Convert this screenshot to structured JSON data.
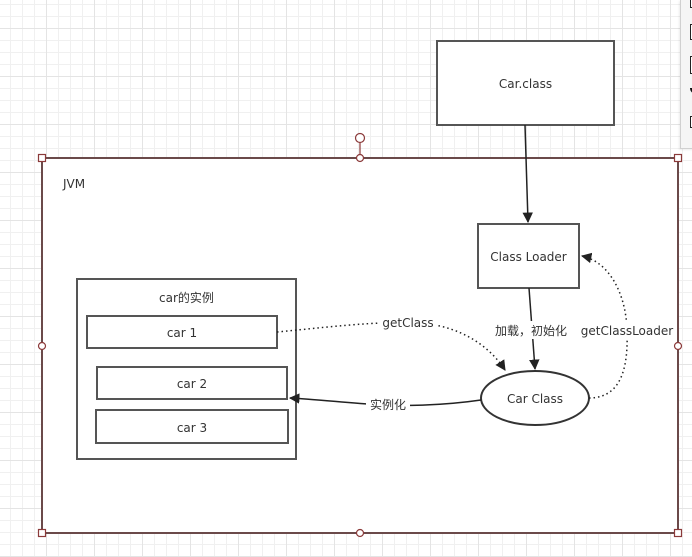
{
  "diagram": {
    "container": {
      "label": "JVM"
    },
    "nodes": {
      "car_class_file": {
        "label": "Car.class"
      },
      "class_loader": {
        "label": "Class Loader"
      },
      "car_class": {
        "label": "Car Class"
      },
      "instances_group": {
        "label": "car的实例"
      },
      "car1": {
        "label": "car 1"
      },
      "car2": {
        "label": "car 2"
      },
      "car3": {
        "label": "car 3"
      }
    },
    "edges": {
      "load": {
        "label": ""
      },
      "load_init": {
        "label": "加载，初始化"
      },
      "get_class": {
        "label": "getClass"
      },
      "get_class_loader": {
        "label": "getClassLoader"
      },
      "instantiate": {
        "label": "实例化"
      }
    },
    "colors": {
      "shape_stroke": "#555555",
      "selection_stroke": "#7a3b3b",
      "connector": "#222222",
      "grid_minor": "#f0f0f0",
      "grid_major": "#e4e4e4"
    }
  },
  "toolbar": {
    "tools": [
      "rectangle-tool",
      "rectangle-tool",
      "rectangle-tool",
      "shape-tool",
      "callout-tool"
    ]
  }
}
